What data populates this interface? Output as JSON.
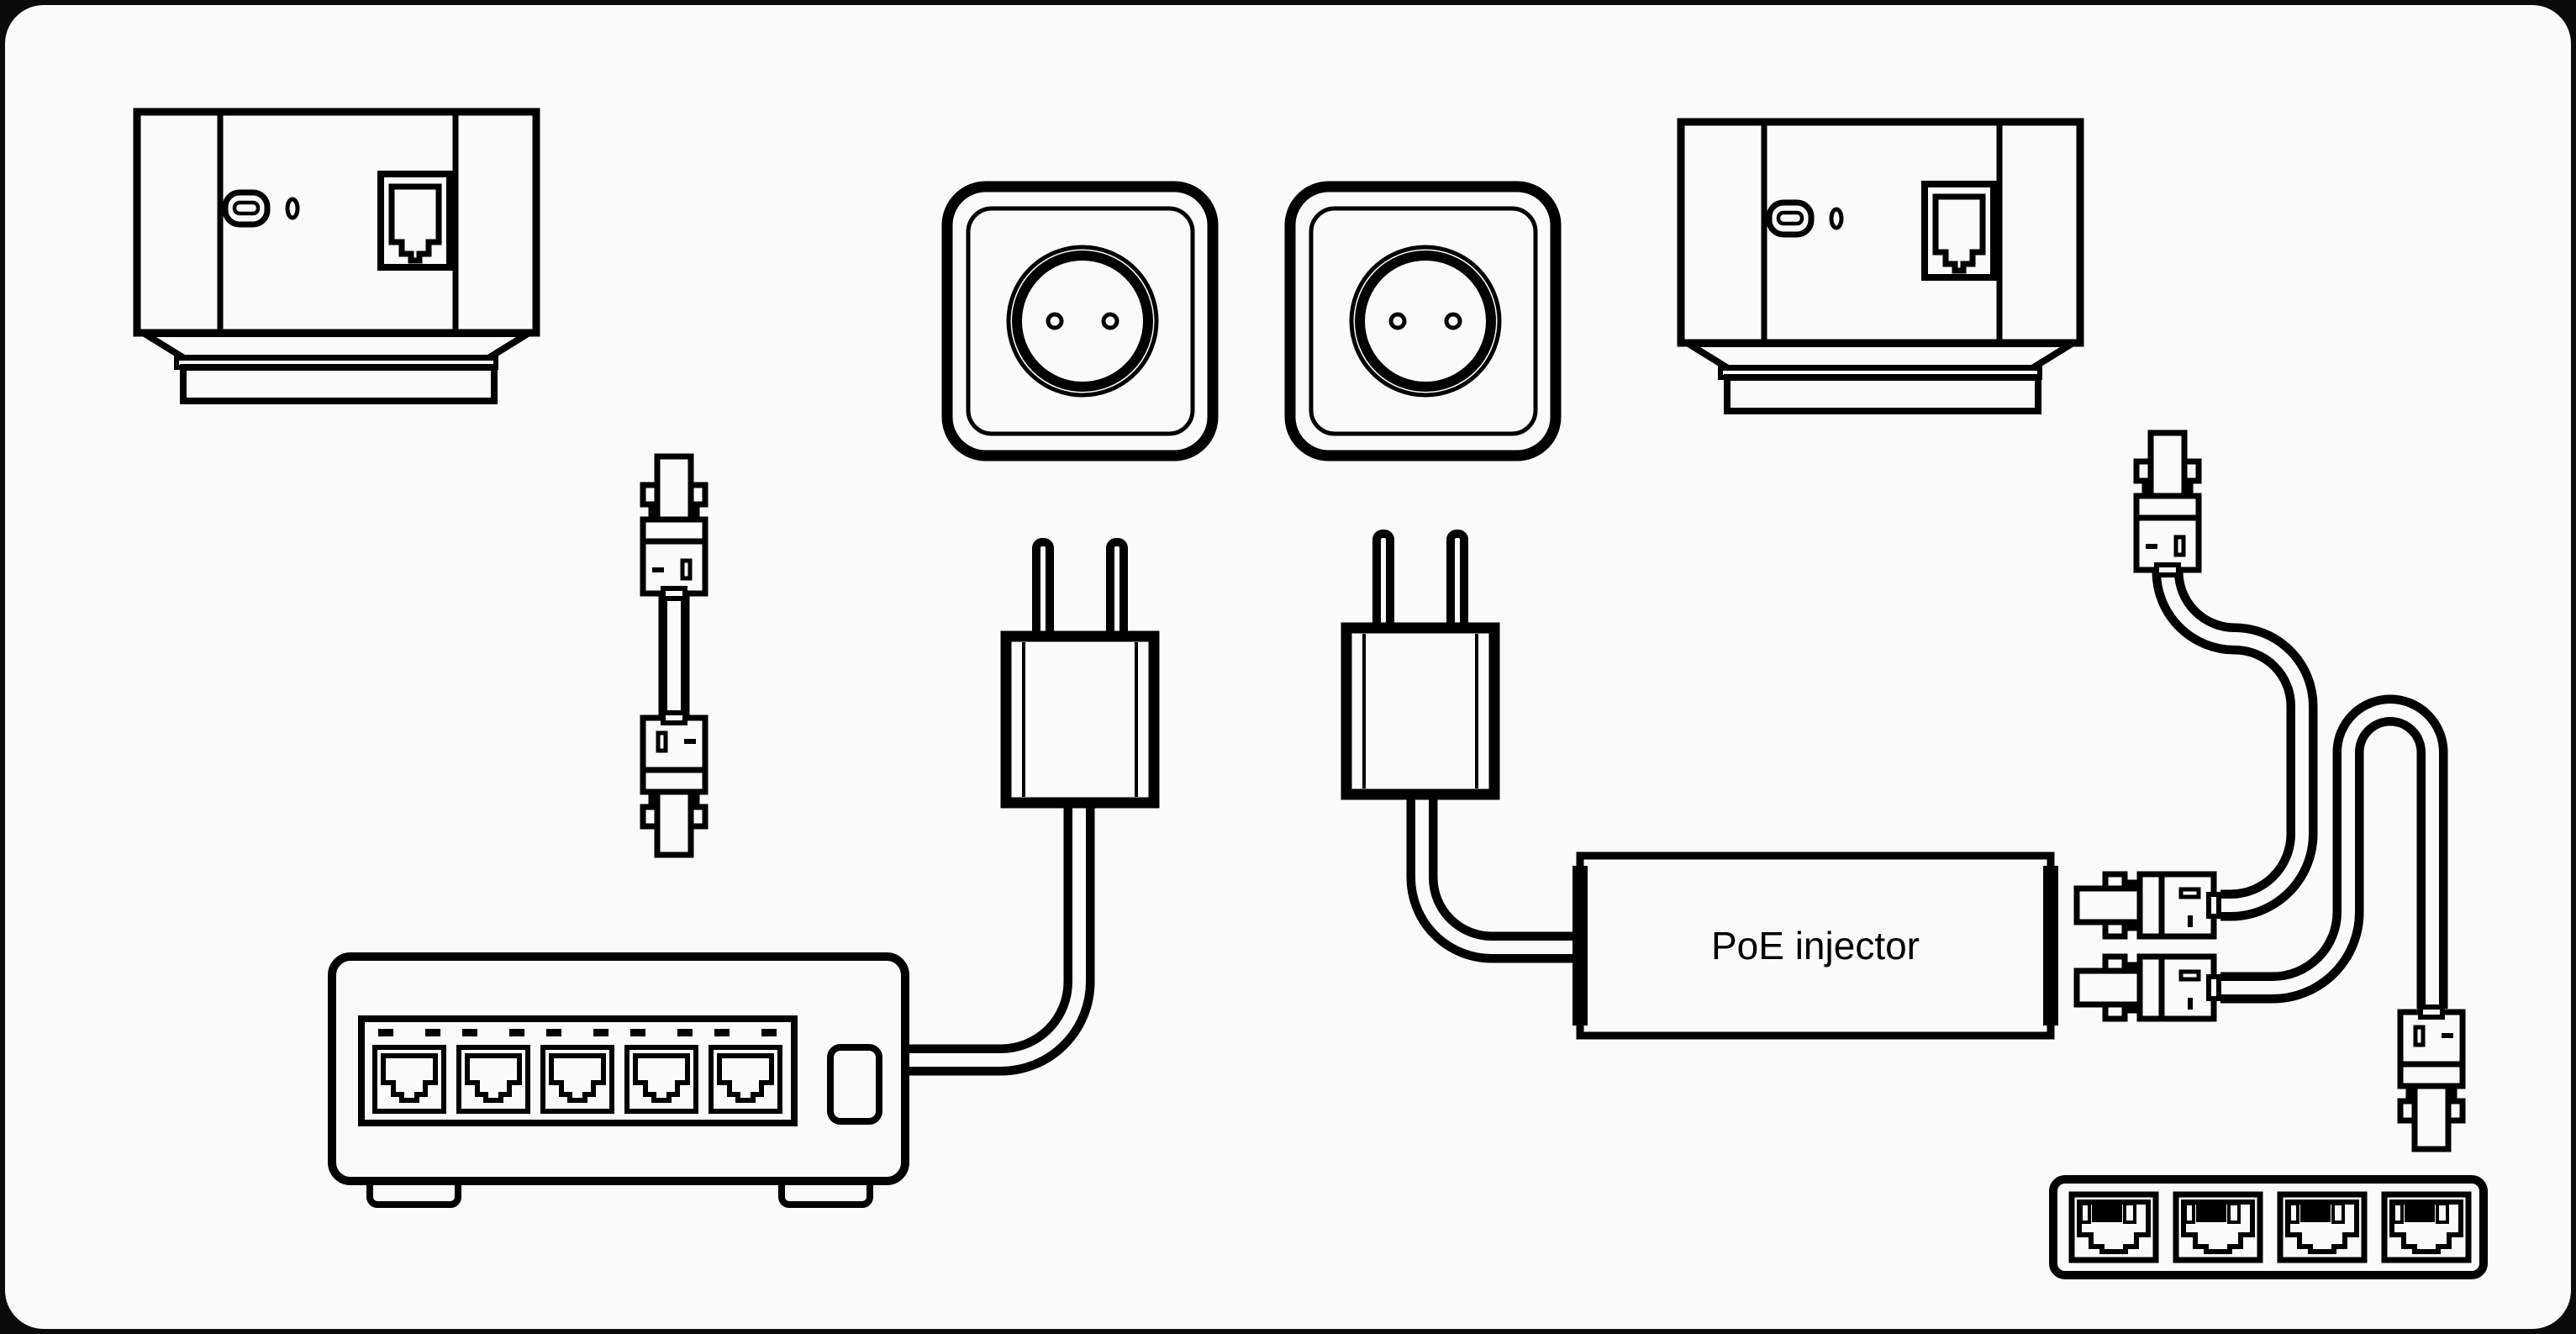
{
  "injector": {
    "label": "PoE injector"
  },
  "colors": {
    "background": "#0a0a0a",
    "panel": "#fafafa",
    "line": "#000000"
  },
  "components": [
    "access-point-left",
    "access-point-right",
    "power-outlet-left",
    "power-outlet-right",
    "power-adapter-left",
    "power-adapter-right",
    "ethernet-patch-cable",
    "network-switch-5-port",
    "poe-injector",
    "rj45-connector",
    "wall-plate-4-port"
  ]
}
